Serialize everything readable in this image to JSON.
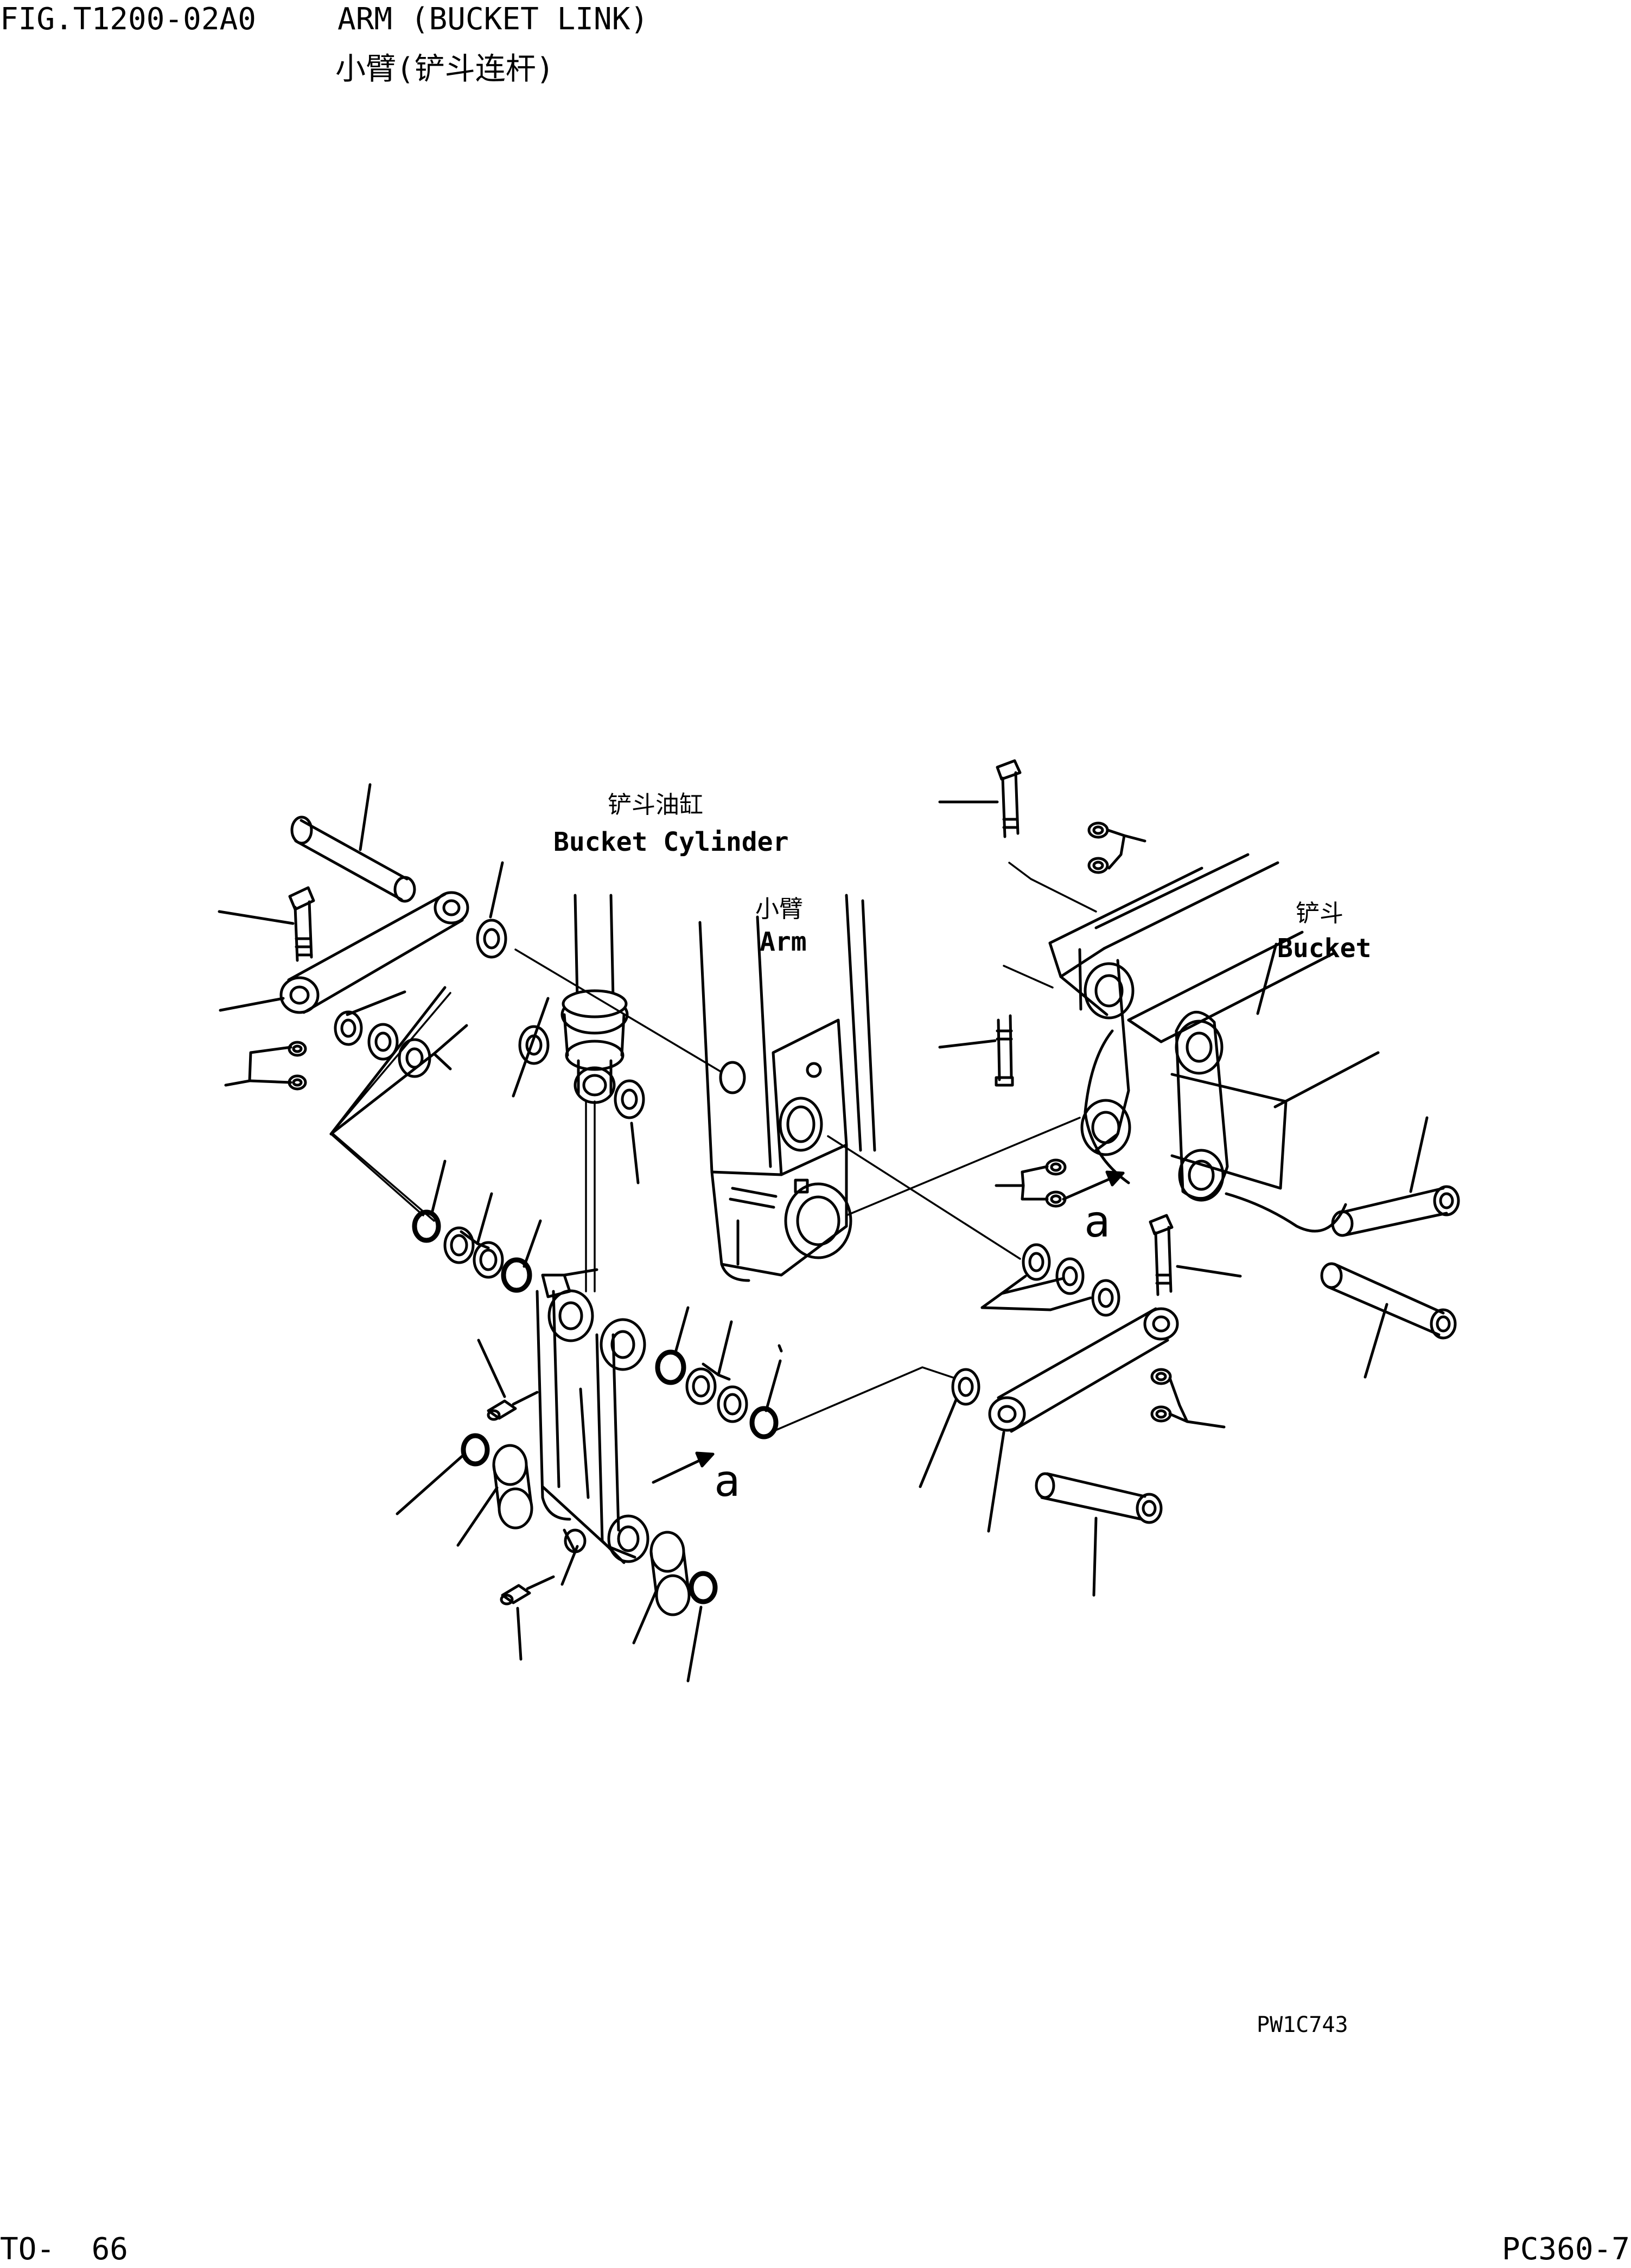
{
  "header": {
    "figure_number": "FIG.T1200-02A0",
    "title_en": "ARM (BUCKET LINK)",
    "title_cn": "小臂(铲斗连杆)"
  },
  "callouts": {
    "bucket_cylinder_cn": "铲斗油缸",
    "bucket_cylinder_en": "Bucket Cylinder",
    "arm_cn": "小臂",
    "arm_en": "Arm",
    "bucket_cn": "铲斗",
    "bucket_en": "Bucket",
    "ref_a_1": "a",
    "ref_a_2": "a"
  },
  "footer": {
    "drawing_id": "PW1C743",
    "page": "TO-  66",
    "model": "PC360-7"
  }
}
